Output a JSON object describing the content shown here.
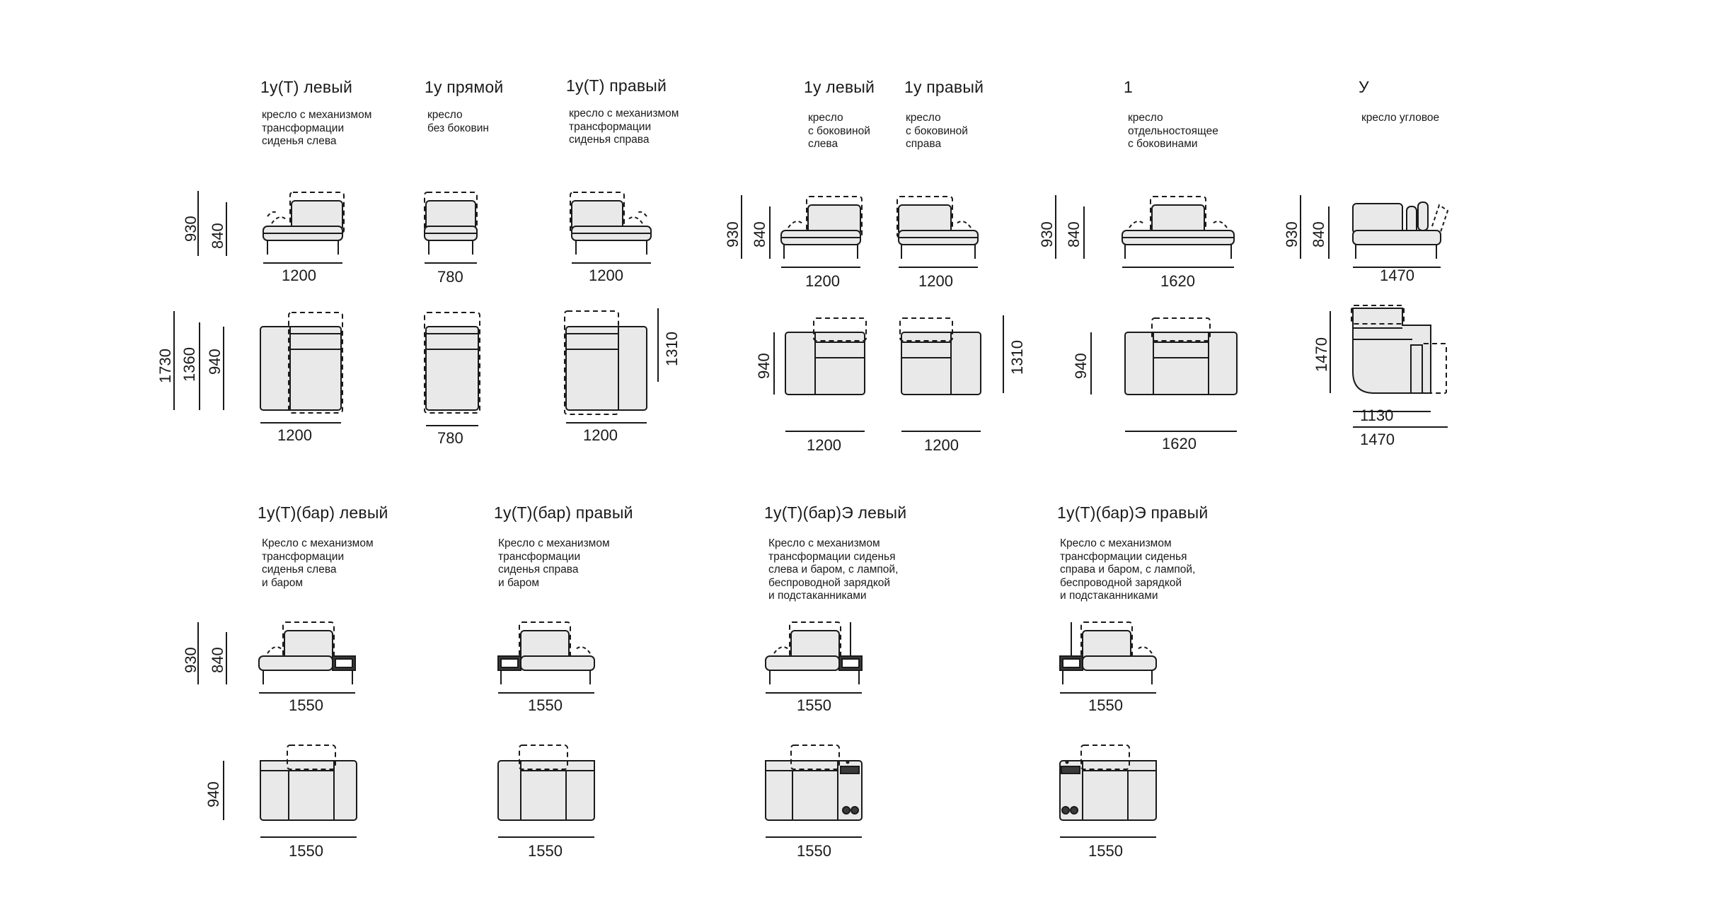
{
  "modules_row1": [
    {
      "title": "1у(Т) левый",
      "desc": "кресло с механизмом\nтрансформации\nсиденья слева",
      "front_width": "1200",
      "plan_width": "1200"
    },
    {
      "title": "1у прямой",
      "desc": "кресло\nбез боковин",
      "front_width": "780",
      "plan_width": "780"
    },
    {
      "title": "1у(Т) правый",
      "desc": "кресло с механизмом\nтрансформации\nсиденья справа",
      "front_width": "1200",
      "plan_width": "1200",
      "plan_depth": "1310"
    },
    {
      "title": "1у левый",
      "desc": "кресло\nс боковиной\nслева",
      "front_width": "1200",
      "plan_width": "1200"
    },
    {
      "title": "1у правый",
      "desc": "кресло\nс боковиной\nсправа",
      "front_width": "1200",
      "plan_width": "1200",
      "plan_depth": "1310"
    },
    {
      "title": "1",
      "desc": "кресло\nотдельностоящее\nс боковинами",
      "front_width": "1620",
      "plan_width": "1620"
    },
    {
      "title": "У",
      "desc": "кресло угловое",
      "front_width": "1470",
      "plan_inner": "1130",
      "plan_width": "1470",
      "plan_depth": "1470"
    }
  ],
  "modules_row2": [
    {
      "title": "1у(Т)(бар) левый",
      "desc": "Кресло с механизмом\nтрансформации\nсиденья слева\nи баром",
      "front_width": "1550",
      "plan_width": "1550"
    },
    {
      "title": "1у(Т)(бар) правый",
      "desc": "Кресло с механизмом\nтрансформации\nсиденья справа\nи баром",
      "front_width": "1550",
      "plan_width": "1550"
    },
    {
      "title": "1у(Т)(бар)Э левый",
      "desc": "Кресло с механизмом\nтрансформации сиденья\nслева и баром, с лампой,\nбеспроводной зарядкой\nи подстаканниками",
      "front_width": "1550",
      "plan_width": "1550"
    },
    {
      "title": "1у(Т)(бар)Э правый",
      "desc": "Кресло с механизмом\nтрансформации сиденья\nсправа и баром, с лампой,\nбеспроводной зарядкой\nи подстаканниками",
      "front_width": "1550",
      "plan_width": "1550"
    }
  ],
  "heights": {
    "total": "930",
    "seat": "840"
  },
  "depths": {
    "a": "1730",
    "b": "1360",
    "c": "940"
  },
  "colors": {
    "line": "#1a1a1a",
    "fill": "#e9e9e9",
    "dark": "#3a3a3a"
  }
}
